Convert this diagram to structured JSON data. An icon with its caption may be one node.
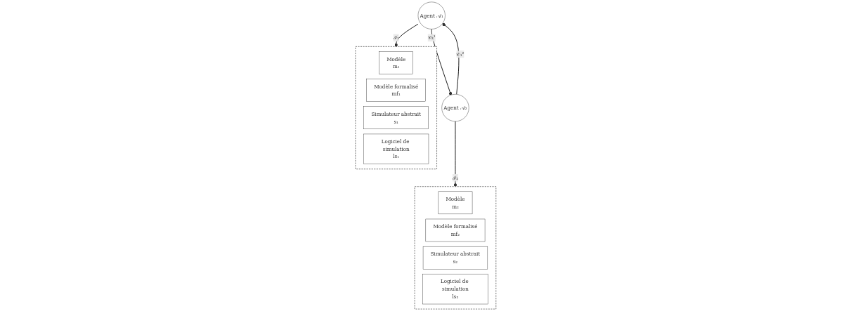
{
  "diagram": {
    "nodes": [
      {
        "text": [
          "Agent 𝒜₁"
        ]
      },
      {
        "text": [
          "Agent 𝒜₂"
        ]
      },
      {
        "text": [],
        "shape": "box"
      },
      {
        "text": [
          "Modèle",
          "m₁"
        ],
        "in": 2
      },
      {
        "text": [
          "Modèle formalisé",
          "mf₁"
        ],
        "in": 2
      },
      {
        "text": [
          "Simulateur abstrait",
          "s₁"
        ],
        "in": 2
      },
      {
        "text": [
          "Logiciel de simulation",
          "ls₁"
        ],
        "in": 2
      },
      {
        "text": [],
        "shape": "box"
      },
      {
        "text": [
          "Modèle",
          "m₂"
        ],
        "in": 7
      },
      {
        "text": [
          "Modèle formalisé",
          "mf₂"
        ],
        "in": 7
      },
      {
        "text": [
          "Simulateur abstrait",
          "s₂"
        ],
        "in": 7
      },
      {
        "text": [
          "Logiciel de simulation",
          "ls₂"
        ],
        "in": 7
      }
    ],
    "edges": [
      {
        "from": 0,
        "to": 1,
        "arrow": "other",
        "label": "𝒞₂¹"
      },
      {
        "from": 1,
        "to": 0,
        "arrow": "other",
        "label": "𝒞₁²"
      },
      {
        "from": 0,
        "to": 2,
        "arrow": "other",
        "label": "ℐ₁"
      },
      {
        "from": 1,
        "to": 7,
        "arrow": "other",
        "label": "ℐ₂"
      }
    ]
  }
}
